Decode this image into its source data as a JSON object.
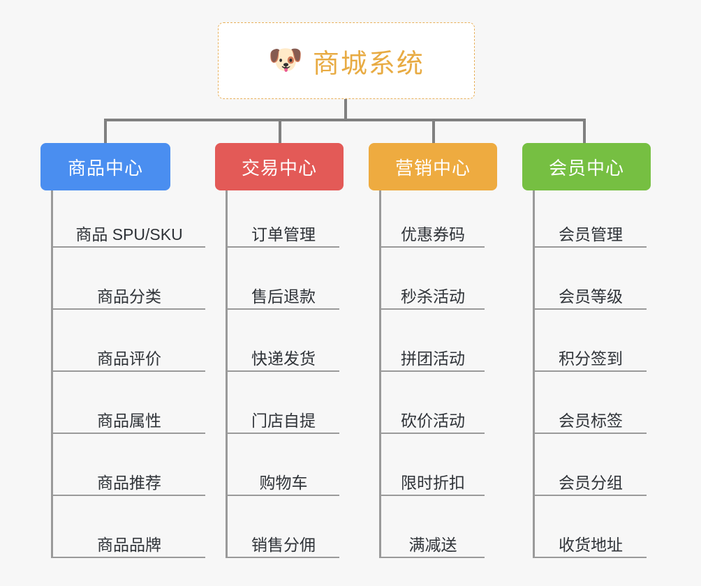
{
  "page": {
    "background_color": "#f7f7f7",
    "line_color": "#808080",
    "leaf_line_color": "#9a9a9a",
    "leaf_text_color": "#2f3338"
  },
  "root": {
    "icon": "dog-face-emoji",
    "icon_glyph": "🐶",
    "title": "商城系统",
    "title_color": "#e8ab43",
    "border_color": "#e8b05a",
    "background_color": "#ffffff"
  },
  "branches": [
    {
      "id": "product-center",
      "label": "商品中心",
      "color": "#4a8ef0",
      "leaves": [
        {
          "label": "商品 SPU/SKU"
        },
        {
          "label": "商品分类"
        },
        {
          "label": "商品评价"
        },
        {
          "label": "商品属性"
        },
        {
          "label": "商品推荐"
        },
        {
          "label": "商品品牌"
        }
      ]
    },
    {
      "id": "trade-center",
      "label": "交易中心",
      "color": "#e35a57",
      "leaves": [
        {
          "label": "订单管理"
        },
        {
          "label": "售后退款"
        },
        {
          "label": "快递发货"
        },
        {
          "label": "门店自提"
        },
        {
          "label": "购物车"
        },
        {
          "label": "销售分佣"
        }
      ]
    },
    {
      "id": "marketing-center",
      "label": "营销中心",
      "color": "#eeab40",
      "leaves": [
        {
          "label": "优惠券码"
        },
        {
          "label": "秒杀活动"
        },
        {
          "label": "拼团活动"
        },
        {
          "label": "砍价活动"
        },
        {
          "label": "限时折扣"
        },
        {
          "label": "满减送"
        }
      ]
    },
    {
      "id": "member-center",
      "label": "会员中心",
      "color": "#76bf42",
      "leaves": [
        {
          "label": "会员管理"
        },
        {
          "label": "会员等级"
        },
        {
          "label": "积分签到"
        },
        {
          "label": "会员标签"
        },
        {
          "label": "会员分组"
        },
        {
          "label": "收货地址"
        }
      ]
    }
  ]
}
